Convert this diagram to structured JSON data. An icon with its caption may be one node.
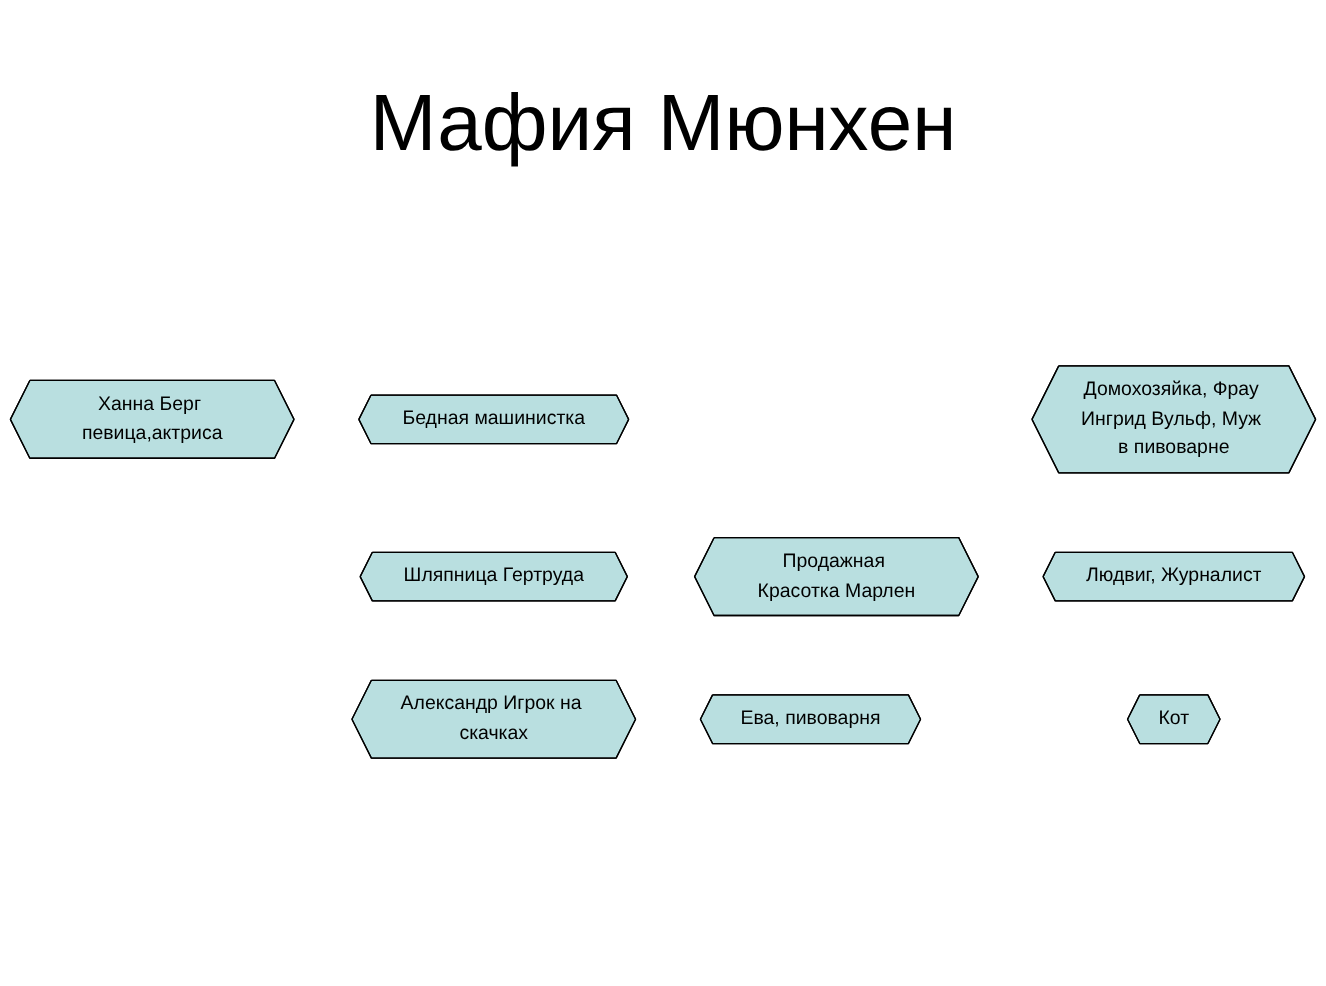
{
  "diagram": {
    "title": "Мафия Мюнхен",
    "nodes": [
      {
        "text": [
          "Ханна Берг певица,актриса"
        ]
      },
      {
        "text": [
          "Продажная Красотка Марлен"
        ]
      },
      {
        "text": [
          "Бедная машинистка"
        ]
      },
      {
        "text": [
          "Домохозяйка, Фрау Ингрид Вульф, Муж в пивоварне"
        ]
      },
      {
        "text": [
          "Людвиг, Журналист"
        ]
      },
      {
        "text": [
          "Шляпница Гертруда"
        ]
      },
      {
        "text": [
          "Ева, пивоварня"
        ]
      },
      {
        "text": [
          "Александр Игрок на скачках"
        ]
      },
      {
        "text": [
          "Кот"
        ]
      }
    ]
  }
}
